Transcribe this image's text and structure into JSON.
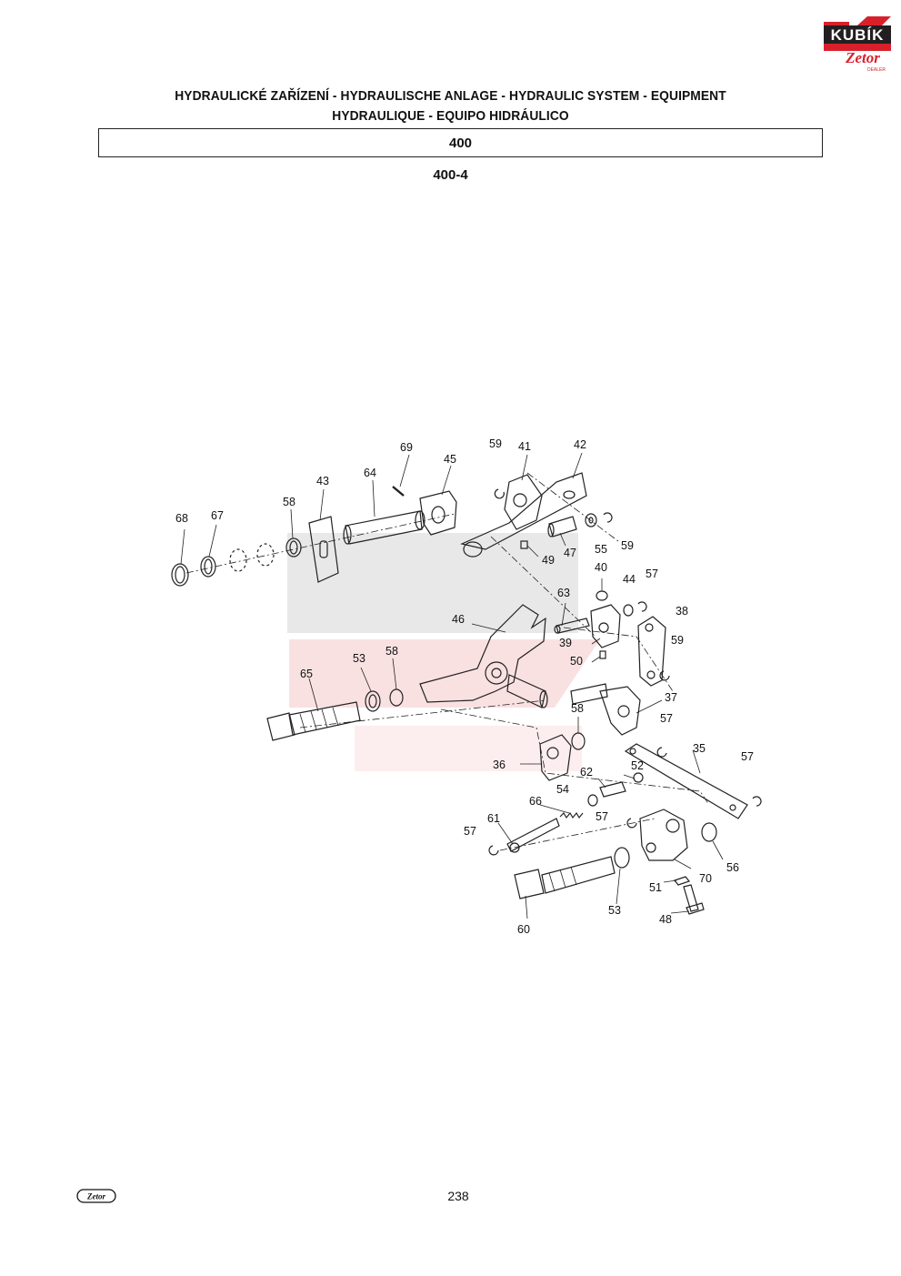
{
  "brand": {
    "dealer_logo_text": "KUBÍK",
    "dealer_logo_sub": "Zetor",
    "dealer_logo_caption": "DEALER",
    "colors": {
      "dealer_red": "#d8202c",
      "dealer_dark": "#231f20"
    }
  },
  "header": {
    "title_line1": "HYDRAULICKÉ ZAŘÍZENÍ - HYDRAULISCHE ANLAGE - HYDRAULIC SYSTEM - EQUIPMENT",
    "title_line2": "HYDRAULIQUE - EQUIPO HIDRÁULICO",
    "group_number": "400",
    "figure_code": "400-4"
  },
  "diagram": {
    "part_labels": [
      "69",
      "45",
      "59",
      "41",
      "42",
      "64",
      "43",
      "58",
      "68",
      "67",
      "49",
      "47",
      "55",
      "59",
      "40",
      "44",
      "57",
      "63",
      "38",
      "46",
      "39",
      "50",
      "59",
      "53",
      "58",
      "65",
      "37",
      "58",
      "57",
      "35",
      "57",
      "36",
      "62",
      "52",
      "54",
      "66",
      "57",
      "61",
      "57",
      "56",
      "70",
      "51",
      "60",
      "53",
      "48"
    ]
  },
  "footer": {
    "page_number": "238",
    "logo_text": "Zetor"
  }
}
